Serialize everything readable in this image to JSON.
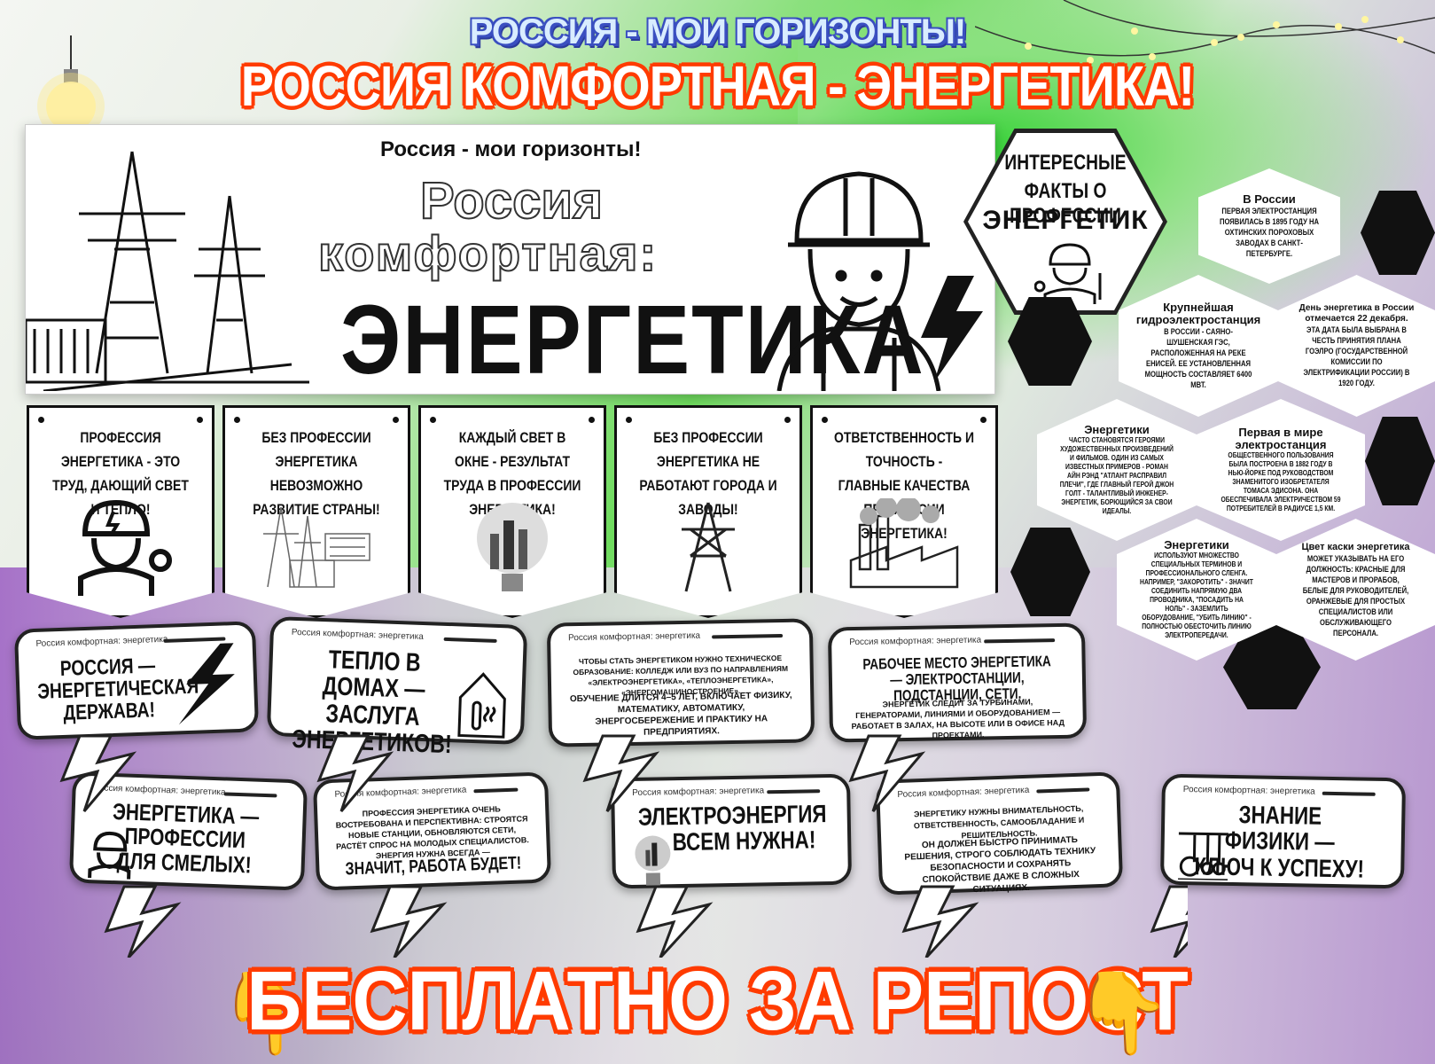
{
  "header": {
    "top_title": "РОССИЯ - МОИ ГОРИЗОНТЫ!",
    "main_title": "РОССИЯ КОМФОРТНАЯ - ЭНЕРГЕТИКА!"
  },
  "hero": {
    "subtitle": "Россия - мои горизонты!",
    "line1": "Россия",
    "line2": "комфортная:",
    "line3": "ЭНЕРГЕТИКА",
    "icons": [
      "power-tower-icon",
      "engineer-helmet-icon",
      "lightning-icon"
    ]
  },
  "signs": [
    {
      "text": "ПРОФЕССИЯ ЭНЕРГЕТИКА - ЭТО ТРУД, ДАЮЩИЙ СВЕТ И ТЕПЛО!",
      "icon": "engineer-icon"
    },
    {
      "text": "БЕЗ ПРОФЕССИИ ЭНЕРГЕТИКА НЕВОЗМОЖНО РАЗВИТИЕ СТРАНЫ!",
      "icon": "power-grid-icon"
    },
    {
      "text": "КАЖДЫЙ СВЕТ В ОКНЕ - РЕЗУЛЬТАТ ТРУДА В ПРОФЕССИИ ЭНЕРГЕТИКА!",
      "icon": "light-bulb-city-icon"
    },
    {
      "text": "БЕЗ ПРОФЕССИИ ЭНЕРГЕТИКА НЕ РАБОТАЮТ ГОРОДА И ЗАВОДЫ!",
      "icon": "power-tower-icon"
    },
    {
      "text": "ОТВЕТСТВЕННОСТЬ И ТОЧНОСТЬ - ГЛАВНЫЕ КАЧЕСТВА ПРОФЕССИИ ЭНЕРГЕТИКА!",
      "icon": "factory-icon"
    }
  ],
  "bubble_header": "Россия комфортная: энергетика",
  "bubbles_row1": [
    {
      "big": "РОССИЯ — ЭНЕРГЕТИЧЕСКАЯ ДЕРЖАВА!",
      "icon": "lightning-icon"
    },
    {
      "big": "ТЕПЛО В ДОМАХ — ЗАСЛУГА ЭНЕРГЕТИКОВ!",
      "icon": "house-thermometer-icon"
    },
    {
      "small1": "ЧТОБЫ СТАТЬ ЭНЕРГЕТИКОМ НУЖНО ТЕХНИЧЕСКОЕ ОБРАЗОВАНИЕ: КОЛЛЕДЖ ИЛИ ВУЗ ПО НАПРАВЛЕНИЯМ «ЭЛЕКТРОЭНЕРГЕТИКА», «ТЕПЛОЭНЕРГЕТИКА», «ЭНЕРГОМАШИНОСТРОЕНИЕ».",
      "small2": "ОБУЧЕНИЕ ДЛИТСЯ 4–5 ЛЕТ, ВКЛЮЧАЕТ ФИЗИКУ, МАТЕМАТИКУ, АВТОМАТИКУ, ЭНЕРГОСБЕРЕЖЕНИЕ И ПРАКТИКУ НА ПРЕДПРИЯТИЯХ."
    },
    {
      "big": "РАБОЧЕЕ МЕСТО ЭНЕРГЕТИКА — ЭЛЕКТРОСТАНЦИИ, ПОДСТАНЦИИ, СЕТИ.",
      "small": "ЭНЕРГЕТИК СЛЕДИТ ЗА ТУРБИНАМИ, ГЕНЕРАТОРАМИ, ЛИНИЯМИ И ОБОРУДОВАНИЕМ — РАБОТАЕТ В ЗАЛАХ, НА ВЫСОТЕ ИЛИ В ОФИСЕ НАД ПРОЕКТАМИ."
    }
  ],
  "bubbles_row2": [
    {
      "big": "ЭНЕРГЕТИКА — ПРОФЕССИИ ДЛЯ СМЕЛЫХ!",
      "icon": "engineer-icon"
    },
    {
      "small": "ПРОФЕССИЯ ЭНЕРГЕТИКА ОЧЕНЬ ВОСТРЕБОВАНА И ПЕРСПЕКТИВНА: СТРОЯТСЯ НОВЫЕ СТАНЦИИ, ОБНОВЛЯЮТСЯ СЕТИ, РАСТЁТ СПРОС НА МОЛОДЫХ СПЕЦИАЛИСТОВ. ЭНЕРГИЯ НУЖНА ВСЕГДА —",
      "big": "ЗНАЧИТ, РАБОТА БУДЕТ!"
    },
    {
      "big": "ЭЛЕКТРОЭНЕРГИЯ — ВСЕМ НУЖНА!",
      "icon": "light-bulb-icon"
    },
    {
      "small1": "ЭНЕРГЕТИКУ НУЖНЫ ВНИМАТЕЛЬНОСТЬ, ОТВЕТСТВЕННОСТЬ, САМООБЛАДАНИЕ И РЕШИТЕЛЬНОСТЬ.",
      "small2": "ОН ДОЛЖЕН БЫСТРО ПРИНИМАТЬ РЕШЕНИЯ, СТРОГО СОБЛЮДАТЬ ТЕХНИКУ БЕЗОПАСНОСТИ И СОХРАНЯТЬ СПОКОЙСТВИЕ ДАЖЕ В СЛОЖНЫХ СИТУАЦИЯХ."
    },
    {
      "big": "ЗНАНИЕ ФИЗИКИ — КЛЮЧ К УСПЕХУ!",
      "icon": "newton-cradle-icon"
    }
  ],
  "facts": {
    "title1": "ИНТЕРЕСНЫЕ",
    "title2": "ФАКТЫ О ПРОФЕССИИ",
    "title3": "ЭНЕРГЕТИК",
    "items": [
      {
        "h": "В России",
        "p": "ПЕРВАЯ ЭЛЕКТРОСТАНЦИЯ ПОЯВИЛАСЬ В 1895 ГОДУ НА ОХТИНСКИХ ПОРОХОВЫХ ЗАВОДАХ В САНКТ-ПЕТЕРБУРГЕ."
      },
      {
        "h": "Крупнейшая гидроэлектростанция",
        "p": "В РОССИИ - САЯНО-ШУШЕНСКАЯ ГЭС, РАСПОЛОЖЕННАЯ НА РЕКЕ ЕНИСЕЙ. ЕЕ УСТАНОВЛЕННАЯ МОЩНОСТЬ СОСТАВЛЯЕТ 6400 МВТ."
      },
      {
        "h": "День энергетика в России отмечается 22 декабря.",
        "p": "ЭТА ДАТА БЫЛА ВЫБРАНА В ЧЕСТЬ ПРИНЯТИЯ ПЛАНА ГОЭЛРО (ГОСУДАРСТВЕННОЙ КОМИССИИ ПО ЭЛЕКТРИФИКАЦИИ РОССИИ) В 1920 ГОДУ."
      },
      {
        "h": "Энергетики",
        "p": "ЧАСТО СТАНОВЯТСЯ ГЕРОЯМИ ХУДОЖЕСТВЕННЫХ ПРОИЗВЕДЕНИЙ И ФИЛЬМОВ. ОДИН ИЗ САМЫХ ИЗВЕСТНЫХ ПРИМЕРОВ - РОМАН АЙН РЭНД \"АТЛАНТ РАСПРАВИЛ ПЛЕЧИ\", ГДЕ ГЛАВНЫЙ ГЕРОЙ ДЖОН ГОЛТ - ТАЛАНТЛИВЫЙ ИНЖЕНЕР-ЭНЕРГЕТИК, БОРЮЩИЙСЯ ЗА СВОИ ИДЕАЛЫ."
      },
      {
        "h": "Первая в мире электростанция",
        "p": "ОБЩЕСТВЕННОГО ПОЛЬЗОВАНИЯ БЫЛА ПОСТРОЕНА В 1882 ГОДУ В НЬЮ-ЙОРКЕ ПОД РУКОВОДСТВОМ ЗНАМЕНИТОГО ИЗОБРЕТАТЕЛЯ ТОМАСА ЭДИСОНА. ОНА ОБЕСПЕЧИВАЛА ЭЛЕКТРИЧЕСТВОМ 59 ПОТРЕБИТЕЛЕЙ В РАДИУСЕ 1,5 КМ."
      },
      {
        "h": "Энергетики",
        "p": "ИСПОЛЬЗУЮТ МНОЖЕСТВО СПЕЦИАЛЬНЫХ ТЕРМИНОВ И ПРОФЕССИОНАЛЬНОГО СЛЕНГА. НАПРИМЕР, \"ЗАКОРОТИТЬ\" - ЗНАЧИТ СОЕДИНИТЬ НАПРЯМУЮ ДВА ПРОВОДНИКА, \"ПОСАДИТЬ НА НОЛЬ\" - ЗАЗЕМЛИТЬ ОБОРУДОВАНИЕ, \"УБИТЬ ЛИНИЮ\" - ПОЛНОСТЬЮ ОБЕСТОЧИТЬ ЛИНИЮ ЭЛЕКТРОПЕРЕДАЧИ."
      },
      {
        "h": "Цвет каски энергетика",
        "p": "МОЖЕТ УКАЗЫВАТЬ НА ЕГО ДОЛЖНОСТЬ: КРАСНЫЕ ДЛЯ МАСТЕРОВ И ПРОРАБОВ, БЕЛЫЕ ДЛЯ РУКОВОДИТЕЛЕЙ, ОРАНЖЕВЫЕ ДЛЯ ПРОСТЫХ СПЕЦИАЛИСТОВ ИЛИ ОБСЛУЖИВАЮЩЕГО ПЕРСОНАЛА."
      }
    ]
  },
  "footer": {
    "banner": "БЕСПЛАТНО ЗА РЕПОСТ",
    "hand_icon": "👇"
  },
  "colors": {
    "accent_red": "#ff3b00",
    "accent_blue": "#3a4fc0",
    "green": "#39d23a",
    "purple": "#9a5cc2"
  }
}
